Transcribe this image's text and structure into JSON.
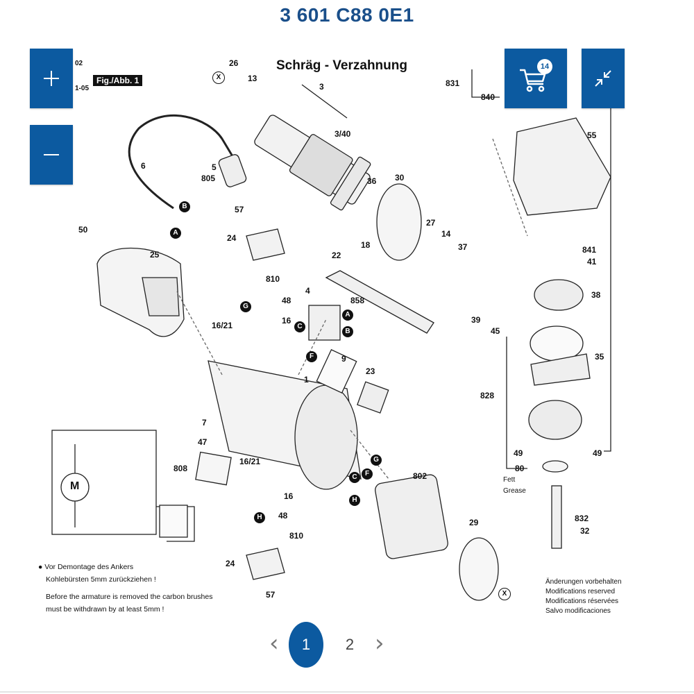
{
  "header": {
    "title": "3 601 C88 0E1"
  },
  "controls": {
    "zoom_in_icon": "plus-icon",
    "zoom_out_icon": "minus-icon",
    "cart_icon": "cart-icon",
    "cart_count": "14",
    "collapse_icon": "collapse-arrows-icon",
    "accent_color": "#0c5aa0"
  },
  "diagram": {
    "heading": "Schräg - Verzahnung",
    "fig_label": "Fig./Abb. 1",
    "ref_small_1": "02",
    "ref_small_2": "1-05",
    "parts": {
      "p26": "26",
      "p13": "13",
      "p3": "3",
      "p3_40": "3/40",
      "p6": "6",
      "p5": "5",
      "p805": "805",
      "p57a": "57",
      "p24a": "24",
      "p50": "50",
      "p25": "25",
      "p810a": "810",
      "p48a": "48",
      "p16_21a": "16/21",
      "p16a": "16",
      "p4": "4",
      "p858": "858",
      "p22": "22",
      "p18": "18",
      "p36": "36",
      "p30": "30",
      "p27": "27",
      "p14": "14",
      "p37": "37",
      "p39": "39",
      "p45": "45",
      "p1": "1",
      "p9": "9",
      "p23": "23",
      "p7": "7",
      "p47": "47",
      "p808": "808",
      "p16_21b": "16/21",
      "p16b": "16",
      "p48b": "48",
      "p810b": "810",
      "p24b": "24",
      "p57b": "57",
      "p802": "802",
      "p29": "29",
      "p831": "831",
      "p840": "840",
      "p55": "55",
      "p841": "841",
      "p41": "41",
      "p38": "38",
      "p35": "35",
      "p828": "828",
      "p49a": "49",
      "p49b": "49",
      "p80": "80",
      "p832": "832",
      "p32": "32"
    },
    "markers": {
      "x1": "X",
      "x2": "X",
      "b1": "B",
      "a1": "A",
      "g1": "G",
      "a2": "A",
      "c1": "C",
      "b2": "B",
      "f1": "F",
      "g2": "G",
      "f2": "F",
      "c2": "C",
      "h1": "H",
      "h2": "H"
    },
    "fett_label": "Fett",
    "grease_label": "Grease",
    "motor_label": "M",
    "note_de_1": "Vor Demontage des Ankers",
    "note_de_2": "Kohlebürsten 5mm zurückziehen !",
    "note_en_1": "Before the armature is removed the carbon brushes",
    "note_en_2": "must be withdrawn by at least 5mm !",
    "notice_1": "Änderungen vorbehalten",
    "notice_2": "Modifications reserved",
    "notice_3": "Modifications réservées",
    "notice_4": "Salvo modificaciones"
  },
  "pagination": {
    "current": "1",
    "next": "2",
    "prev_icon": "chevron-left-icon",
    "next_icon": "chevron-right-icon"
  }
}
